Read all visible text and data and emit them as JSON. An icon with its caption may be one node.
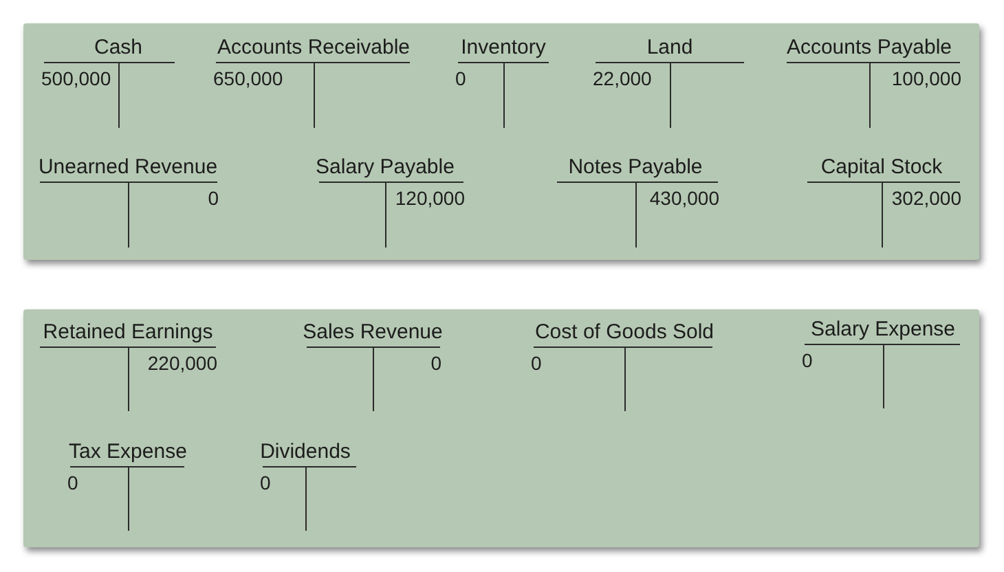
{
  "diagram": {
    "nodes": [
      {
        "text": [],
        "shape": "box"
      },
      {
        "text": [
          "Cash",
          "500,000"
        ],
        "in": 0
      },
      {
        "text": [
          "Accounts Receivable",
          "650,000"
        ],
        "in": 0
      },
      {
        "text": [
          "Inventory",
          "0"
        ],
        "in": 0
      },
      {
        "text": [
          "Land",
          "22,000"
        ],
        "in": 0
      },
      {
        "text": [
          "Accounts Payable",
          "100,000"
        ],
        "in": 0
      },
      {
        "text": [
          "Unearned Revenue",
          "0"
        ],
        "in": 0
      },
      {
        "text": [
          "Salary Payable",
          "120,000"
        ],
        "in": 0
      },
      {
        "text": [
          "Notes Payable",
          "430,000"
        ],
        "in": 0
      },
      {
        "text": [
          "Capital Stock",
          "302,000"
        ],
        "in": 0
      },
      {
        "text": [],
        "shape": "box"
      },
      {
        "text": [
          "Retained Earnings",
          "220,000"
        ],
        "in": 10
      },
      {
        "text": [
          "Sales Revenue",
          "0"
        ],
        "in": 10
      },
      {
        "text": [
          "Cost of Goods Sold",
          "0"
        ],
        "in": 10
      },
      {
        "text": [
          "Salary Expense",
          "0"
        ],
        "in": 10
      },
      {
        "text": [
          "Tax Expense",
          "0"
        ],
        "in": 10
      },
      {
        "text": [
          "Dividends",
          "0"
        ],
        "in": 10
      }
    ]
  }
}
